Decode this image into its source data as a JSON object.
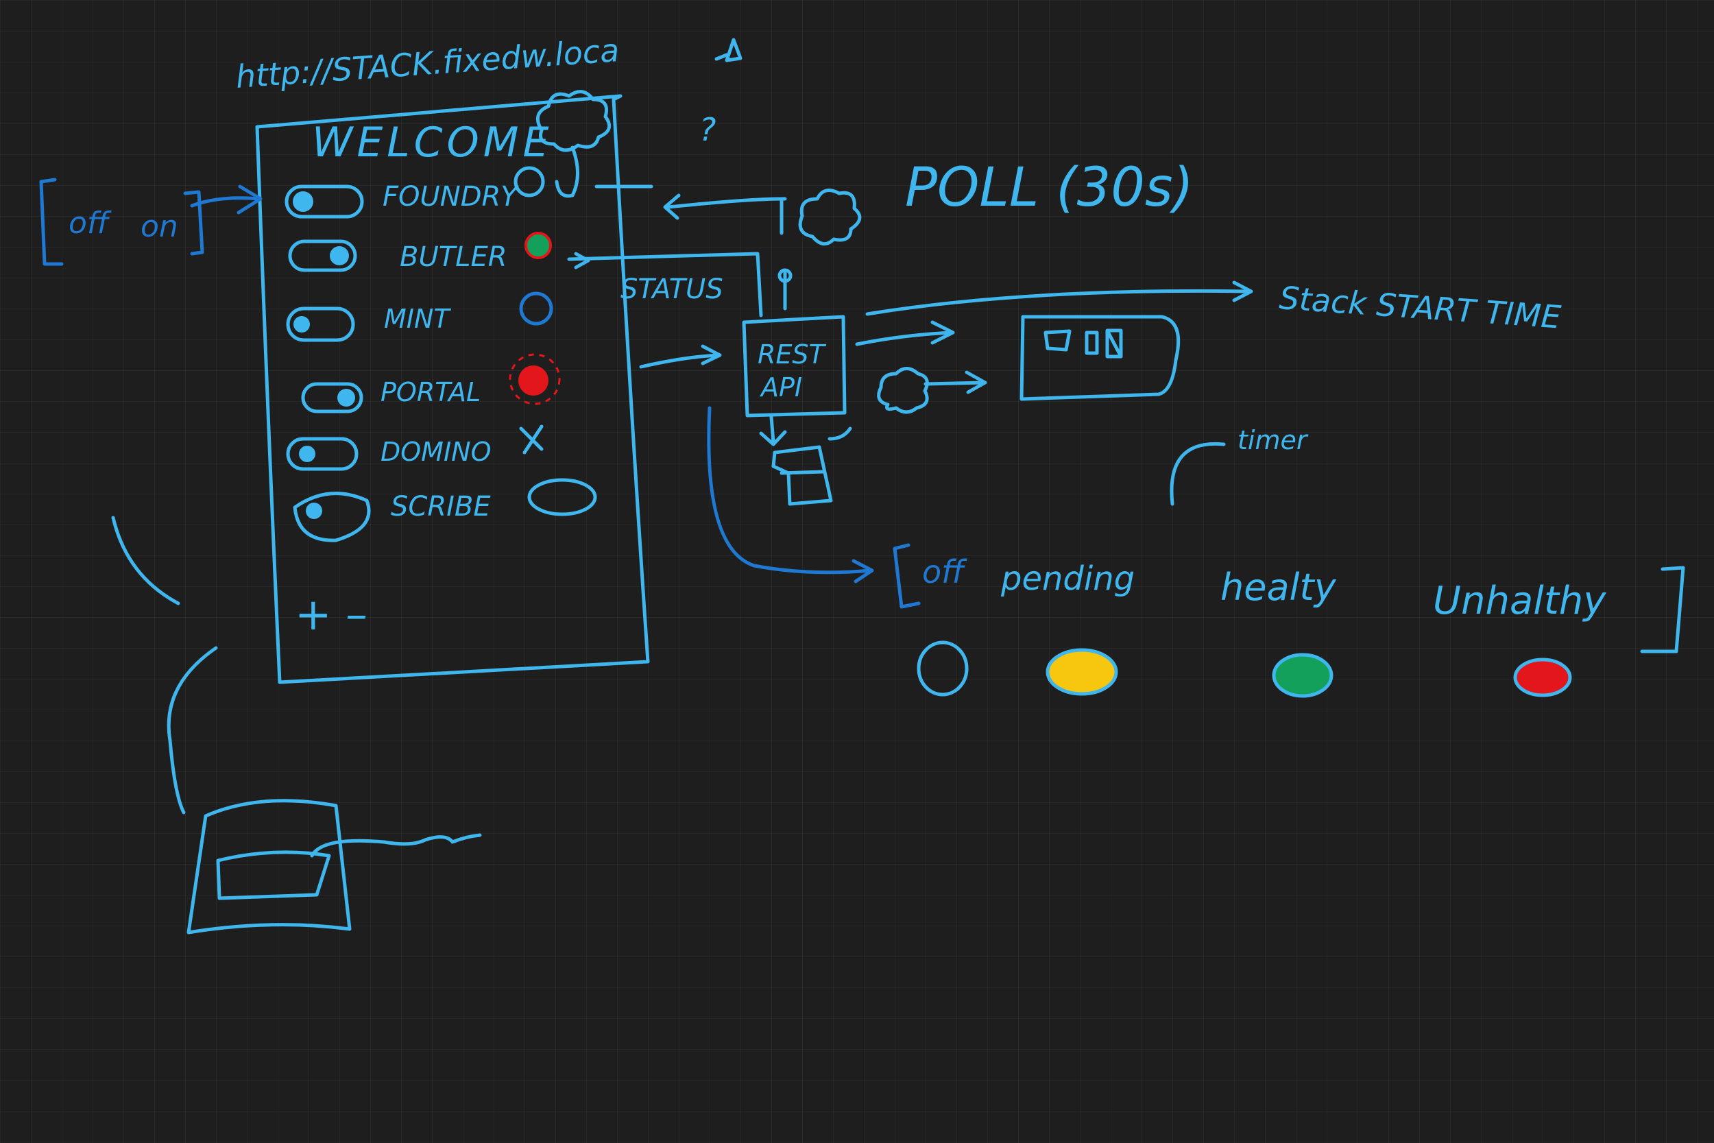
{
  "url": "http://STACK.fixedw.loca",
  "welcome": "WELCOME",
  "toggle_states": {
    "off": "off",
    "on": "on"
  },
  "services": [
    {
      "name": "FOUNDRY",
      "status": "off"
    },
    {
      "name": "BUTLER",
      "status": "healthy-red"
    },
    {
      "name": "MINT",
      "status": "off-dark"
    },
    {
      "name": "PORTAL",
      "status": "unhealthy"
    },
    {
      "name": "DOMINO",
      "status": "x"
    },
    {
      "name": "SCRIBE",
      "status": "off"
    }
  ],
  "add_remove": "+ –",
  "question": "?",
  "poll": "POLL (30s)",
  "status": "STATUS",
  "rest_api": {
    "line1": "REST",
    "line2": "API"
  },
  "stack_start_time": "Stack START TIME",
  "timer": "timer",
  "status_legend": [
    {
      "label": "off",
      "color": ""
    },
    {
      "label": "pending",
      "color": "#f7c60f"
    },
    {
      "label": "healty",
      "color": "#12a05a"
    },
    {
      "label": "Unhalthy",
      "color": "#e3161b"
    }
  ],
  "colors": {
    "ink": "#3fb6ee",
    "ink_dark": "#1f78d1",
    "pending": "#f7c60f",
    "healthy": "#12a05a",
    "unhealthy": "#e3161b"
  }
}
